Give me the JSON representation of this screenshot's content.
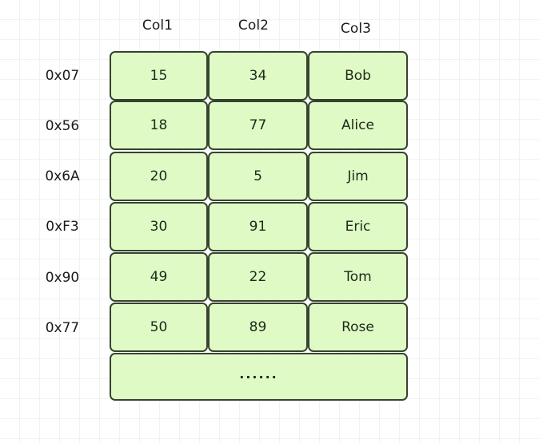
{
  "diagram": {
    "type": "table-layout-diagram",
    "title": "",
    "colors": {
      "cell_fill": "#e0fac6",
      "cell_border": "#36432f",
      "text": "#1c2a16",
      "label_text": "#1a1a1a",
      "background": "#ffffff",
      "grid_line": "#f2f2f2"
    },
    "column_headers": [
      {
        "label": "Col1"
      },
      {
        "label": "Col2"
      },
      {
        "label": "Col3"
      }
    ],
    "row_labels": [
      {
        "label": "0x07"
      },
      {
        "label": "0x56"
      },
      {
        "label": "0x6A"
      },
      {
        "label": "0xF3"
      },
      {
        "label": "0x90"
      },
      {
        "label": "0x77"
      }
    ],
    "rows": [
      {
        "address": "0x07",
        "cells": [
          "15",
          "34",
          "Bob"
        ]
      },
      {
        "address": "0x56",
        "cells": [
          "18",
          "77",
          "Alice"
        ]
      },
      {
        "address": "0x6A",
        "cells": [
          "20",
          "5",
          "Jim"
        ]
      },
      {
        "address": "0xF3",
        "cells": [
          "30",
          "91",
          "Eric"
        ]
      },
      {
        "address": "0x90",
        "cells": [
          "49",
          "22",
          "Tom"
        ]
      },
      {
        "address": "0x77",
        "cells": [
          "50",
          "89",
          "Rose"
        ]
      }
    ],
    "continuation_row": {
      "label": "······"
    }
  }
}
